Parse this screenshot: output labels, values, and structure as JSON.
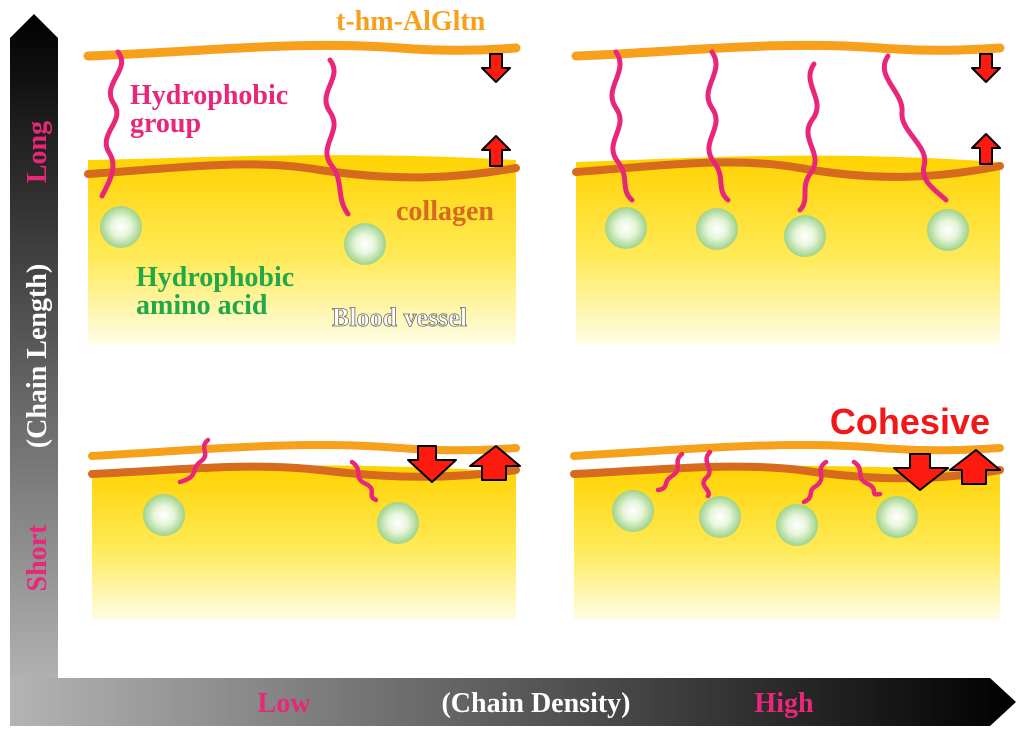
{
  "labels": {
    "material": "t-hm-AlGltn",
    "hydrophobic_group_line1": "Hydrophobic",
    "hydrophobic_group_line2": "group",
    "collagen": "collagen",
    "hydrophobic_amino_line1": "Hydrophobic",
    "hydrophobic_amino_line2": "amino acid",
    "blood_vessel": "Blood vessel",
    "cohesive": "Cohesive"
  },
  "axes": {
    "y_title": "(Chain Length)",
    "y_high": "Long",
    "y_low": "Short",
    "x_title": "(Chain Density)",
    "x_low": "Low",
    "x_high": "High"
  },
  "colors": {
    "material_orange": "#F7A01B",
    "collagen_brown": "#D66A1E",
    "chain_pink": "#E8277A",
    "axis_label_pink": "#E8277A",
    "amino_green": "#21A84A",
    "arrow_red": "#FF1A10",
    "cohesive_red": "#F01818",
    "tissue_yellow_top": "#FFD200",
    "tissue_yellow_bottom": "#FFFBD0"
  },
  "panels": [
    {
      "chain_length": "Long",
      "chain_density": "Low"
    },
    {
      "chain_length": "Long",
      "chain_density": "High"
    },
    {
      "chain_length": "Short",
      "chain_density": "Low"
    },
    {
      "chain_length": "Short",
      "chain_density": "High"
    }
  ]
}
